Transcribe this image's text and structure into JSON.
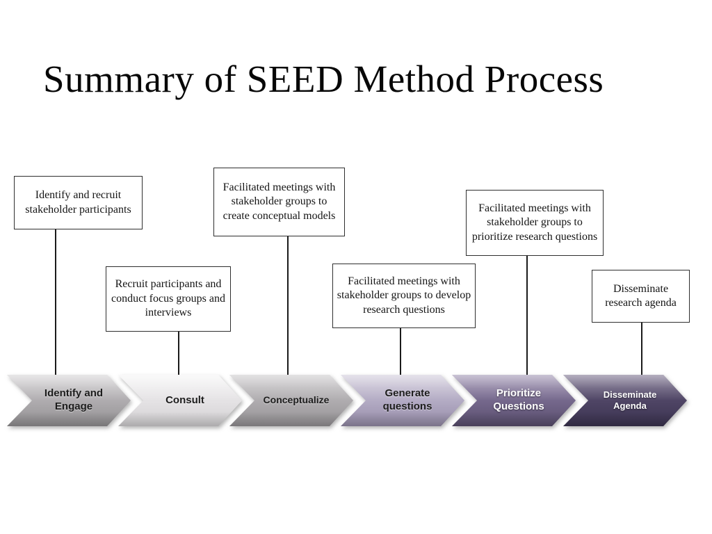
{
  "slide": {
    "title": "Summary of SEED Method Process",
    "background_color": "#ffffff",
    "title_color": "#070707"
  },
  "callouts": [
    {
      "text": "Identify and recruit stakeholder participants",
      "connects_to_step": "Identify and Engage"
    },
    {
      "text": "Recruit participants and conduct focus groups and interviews",
      "connects_to_step": "Consult"
    },
    {
      "text": "Facilitated meetings with stakeholder groups to create conceptual models",
      "connects_to_step": "Conceptualize"
    },
    {
      "text": "Facilitated meetings with stakeholder groups to develop research questions",
      "connects_to_step": "Generate questions"
    },
    {
      "text": "Facilitated meetings with stakeholder groups to prioritize research questions",
      "connects_to_step": "Prioritize Questions"
    },
    {
      "text": "Disseminate research agenda",
      "connects_to_step": "Disseminate Agenda"
    }
  ],
  "process_steps": [
    {
      "label": "Identify and Engage",
      "colors": {
        "top": "#cfcdcf",
        "mid": "#aeabae",
        "bottom": "#929092"
      },
      "text_color": "#1c1c1c"
    },
    {
      "label": "Consult",
      "colors": {
        "top": "#f4f3f4",
        "mid": "#e4e2e4",
        "bottom": "#d2d0d2"
      },
      "text_color": "#1c1c1c"
    },
    {
      "label": "Conceptualize",
      "colors": {
        "top": "#c6c4c6",
        "mid": "#aeabae",
        "bottom": "#959295"
      },
      "text_color": "#1c1c1c"
    },
    {
      "label": "Generate questions",
      "colors": {
        "top": "#cbc5d6",
        "mid": "#b2aac3",
        "bottom": "#968ca8"
      },
      "text_color": "#1c1c1c"
    },
    {
      "label": "Prioritize Questions",
      "colors": {
        "top": "#9487a9",
        "mid": "#74678b",
        "bottom": "#594e6e"
      },
      "text_color": "#ffffff"
    },
    {
      "label": "Disseminate Agenda",
      "colors": {
        "top": "#6a5f7f",
        "mid": "#4e4464",
        "bottom": "#3b3350"
      },
      "text_color": "#ffffff"
    }
  ]
}
